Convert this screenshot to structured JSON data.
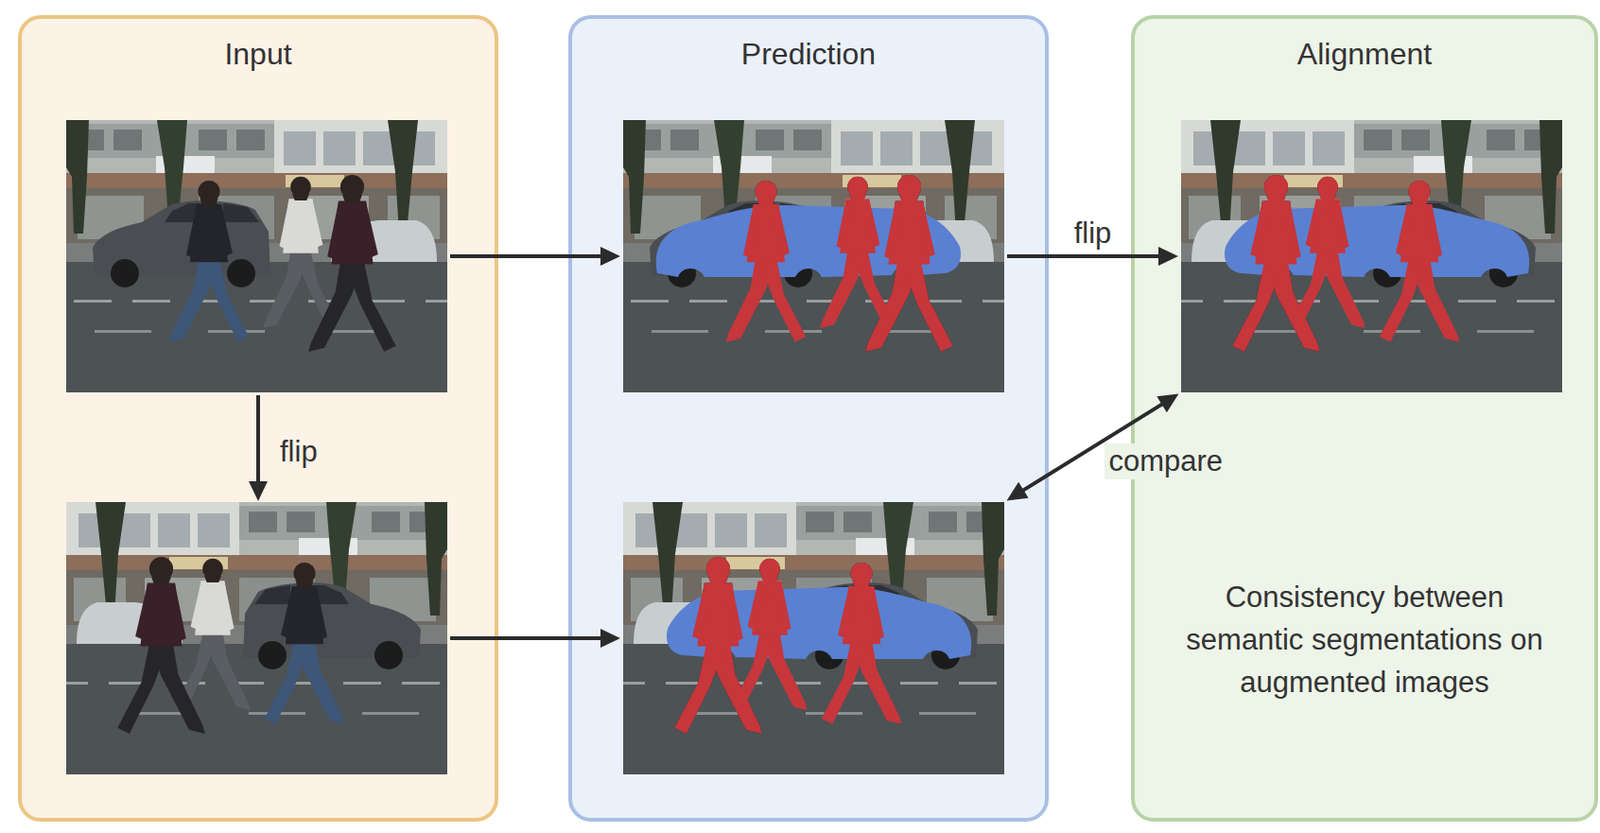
{
  "diagram": {
    "nodes": [
      {
        "text": [
          "Input"
        ]
      },
      {
        "text": [
          "Prediction"
        ]
      },
      {
        "text": [
          "Alignment",
          "Consistency between semantic segmentations on augmented images"
        ]
      }
    ],
    "edges": [
      {
        "from": 0,
        "to": 1,
        "arrow": "to"
      },
      {
        "from": 0,
        "to": 1,
        "arrow": "to"
      },
      {
        "from": 1,
        "to": 2,
        "label": "flip",
        "arrow": "to"
      },
      {
        "from": 2,
        "to": 1,
        "label": "compare",
        "arrow": "both"
      }
    ],
    "labels": [
      "flip"
    ]
  }
}
